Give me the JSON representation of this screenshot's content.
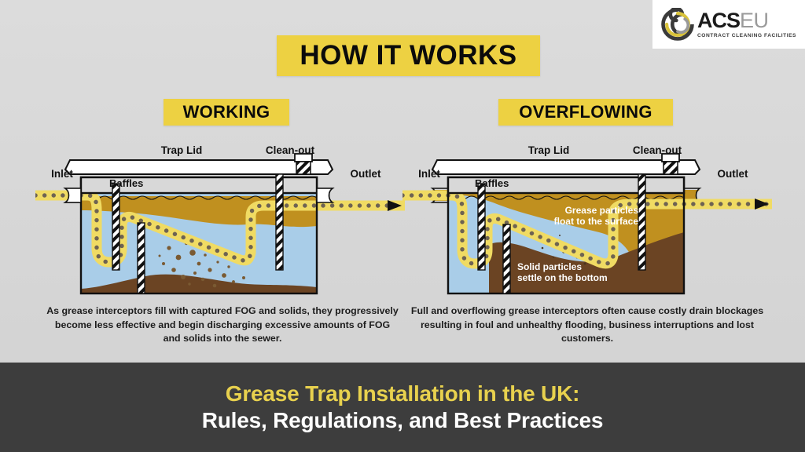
{
  "brand": {
    "logo_icon": "spiral-swirl-icon",
    "name_primary": "ACS",
    "name_secondary": "EU",
    "tagline": "CONTRACT CLEANING FACILITIES",
    "background": "#ffffff"
  },
  "colors": {
    "page_background": "#d8d8d8",
    "accent_yellow": "#edd142",
    "footer_background": "#3d3d3d",
    "footer_accent_text": "#e8d14e",
    "footer_text": "#ffffff",
    "water_blue": "#a9cde8",
    "grease_brown": "#c0901f",
    "sludge_brown": "#6b4423",
    "pipe_yellow": "#f0db63",
    "pipe_dot": "#6e6352",
    "tank_outline": "#111111"
  },
  "headings": {
    "main": "HOW IT WORKS",
    "left_panel": "WORKING",
    "right_panel": "OVERFLOWING"
  },
  "diagram_labels": {
    "trap_lid": "Trap Lid",
    "clean_out": "Clean-out",
    "inlet": "Inlet",
    "outlet": "Outlet",
    "baffles": "Baffles"
  },
  "annotations": {
    "grease_float_line1": "Grease particles",
    "grease_float_line2": "float to the surface",
    "solids_settle_line1": "Solid particles",
    "solids_settle_line2": "settle on the bottom"
  },
  "captions": {
    "working": "As grease interceptors fill with captured FOG and solids, they progressively become less effective and begin discharging excessive amounts of FOG and solids into the sewer.",
    "overflowing": "Full and overflowing grease interceptors often cause costly drain blockages resulting in foul and unhealthy flooding, business interruptions and lost customers."
  },
  "footer": {
    "line1": "Grease Trap Installation in the UK:",
    "line2": "Rules, Regulations, and Best Practices"
  }
}
